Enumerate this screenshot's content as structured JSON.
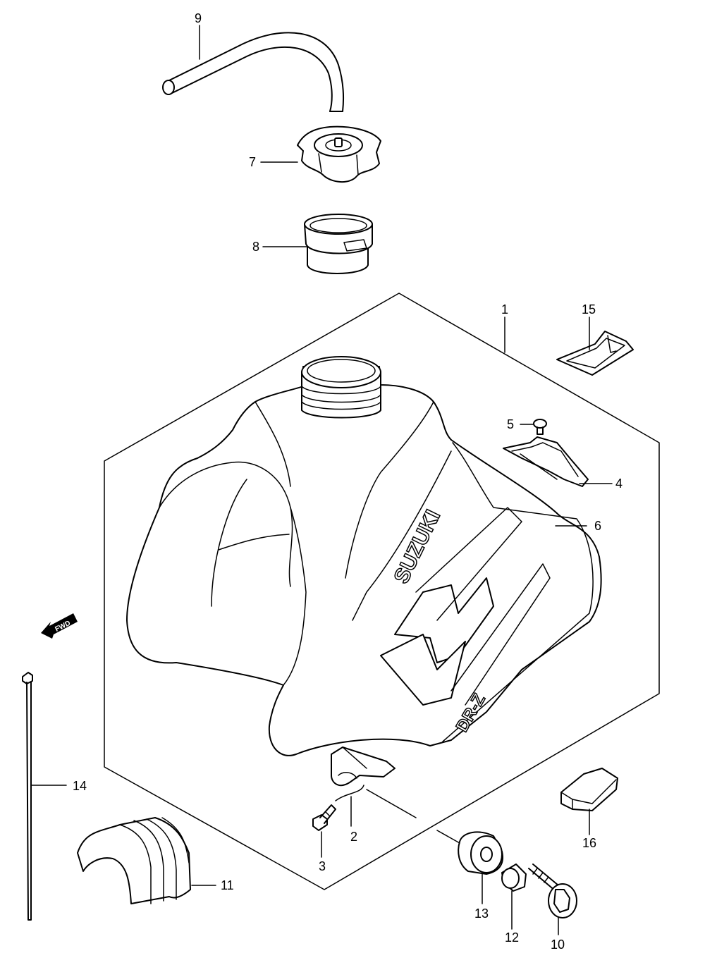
{
  "diagram": {
    "callouts": [
      {
        "id": "c1",
        "label": "1"
      },
      {
        "id": "c2",
        "label": "2"
      },
      {
        "id": "c3",
        "label": "3"
      },
      {
        "id": "c4",
        "label": "4"
      },
      {
        "id": "c5",
        "label": "5"
      },
      {
        "id": "c6",
        "label": "6"
      },
      {
        "id": "c7",
        "label": "7"
      },
      {
        "id": "c8",
        "label": "8"
      },
      {
        "id": "c9",
        "label": "9"
      },
      {
        "id": "c10",
        "label": "10"
      },
      {
        "id": "c11",
        "label": "11"
      },
      {
        "id": "c12",
        "label": "12"
      },
      {
        "id": "c13",
        "label": "13"
      },
      {
        "id": "c14",
        "label": "14"
      },
      {
        "id": "c15",
        "label": "15"
      },
      {
        "id": "c16",
        "label": "16"
      }
    ],
    "tank_brand": "SUZUKI",
    "tank_model": "DR-Z",
    "direction_marker": "FWD"
  }
}
